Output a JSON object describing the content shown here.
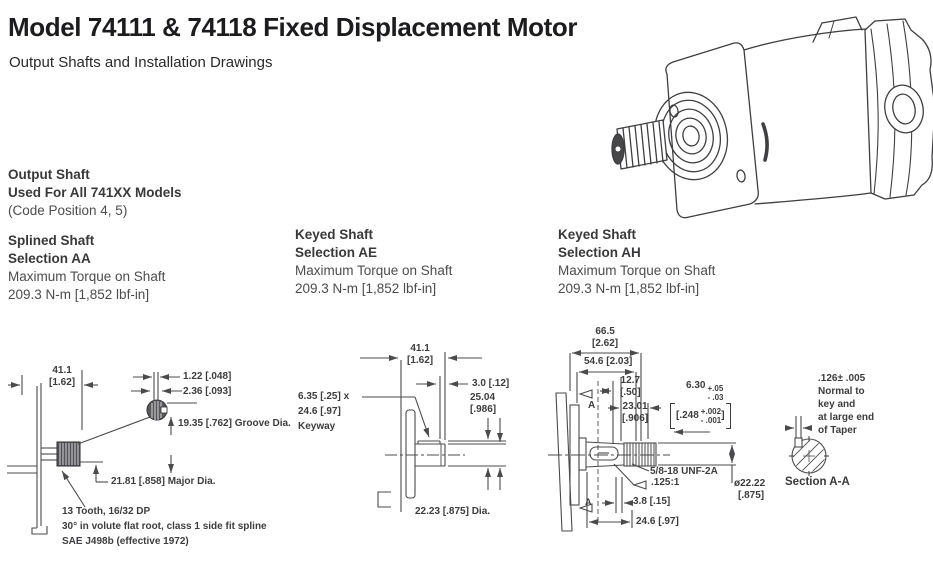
{
  "colors": {
    "ink": "#231f20",
    "line": "#4b4b4d",
    "dim_text": "#3d3d3f"
  },
  "page": {
    "title": "Model 74111 & 74118 Fixed Displacement Motor",
    "subtitle": "Output Shafts and Installation Drawings"
  },
  "intro": {
    "line1": "Output Shaft",
    "line2": "Used For All 741XX Models",
    "line3": "(Code Position 4, 5)"
  },
  "sections": {
    "aa": {
      "title1": "Splined Shaft",
      "title2": "Selection AA",
      "torque_label": "Maximum Torque on Shaft",
      "torque_value": "209.3 N-m [1,852 lbf-in]"
    },
    "ae": {
      "title1": "Keyed Shaft",
      "title2": "Selection AE",
      "torque_label": "Maximum Torque on Shaft",
      "torque_value": "209.3 N-m [1,852 lbf-in]"
    },
    "ah": {
      "title1": "Keyed Shaft",
      "title2": "Selection AH",
      "torque_label": "Maximum Torque on Shaft",
      "torque_value": "209.3 N-m [1,852 lbf-in]"
    }
  },
  "drawing_aa": {
    "dim_length_mm": "41.1",
    "dim_length_in": "[1.62]",
    "dim_tooth": "1.22 [.048]",
    "dim_space": "2.36 [.093]",
    "dim_groove": "19.35 [.762] Groove Dia.",
    "dim_major": "21.81 [.858] Major Dia.",
    "note1": "13 Tooth, 16/32 DP",
    "note2": "30° in volute flat root, class 1 side fit spline",
    "note3": "SAE J498b (effective 1972)"
  },
  "drawing_ae": {
    "dim_length_mm": "41.1",
    "dim_length_in": "[1.62]",
    "dim_step": "3.0 [.12]",
    "dim_overkey_mm": "25.04",
    "dim_overkey_in": "[.986]",
    "keyway_line1": "6.35 [.25] x",
    "keyway_line2": "24.6 [.97]",
    "keyway_line3": "Keyway",
    "dim_dia": "22.23 [.875] Dia."
  },
  "drawing_ah": {
    "dim_overall_mm": "66.5",
    "dim_overall_in": "[2.62]",
    "dim_flange": "54.6 [2.03]",
    "dim_key_depth_mm": "12.7",
    "dim_key_depth_in": "[.50]",
    "dim_key_len_mm": "23.01",
    "dim_key_len_in": "[.906]",
    "dim_keywidth_mm": "6.30",
    "tol_mm_plus": "+.05",
    "tol_mm_minus": "- .03",
    "dim_keywidth_in": "[.248",
    "tol_in_plus": "+.002",
    "tol_in_minus": "- .001",
    "bracket_close": "]",
    "thread_label": "5/8-18 UNF-2A",
    "taper_label": ".125:1",
    "dim_taper_len": "3.8 [.15]",
    "dim_shaft_len": "24.6 [.97]",
    "dim_dia_line1": "ø22.22",
    "dim_dia_line2": "[.875]",
    "section_label_top": "A",
    "section_label_bottom": "A"
  },
  "section_view": {
    "note_line1": ".126± .005",
    "note_line2": "Normal to",
    "note_line3": "key and",
    "note_line4": "at large end",
    "note_line5": "of Taper",
    "caption": "Section A-A"
  }
}
